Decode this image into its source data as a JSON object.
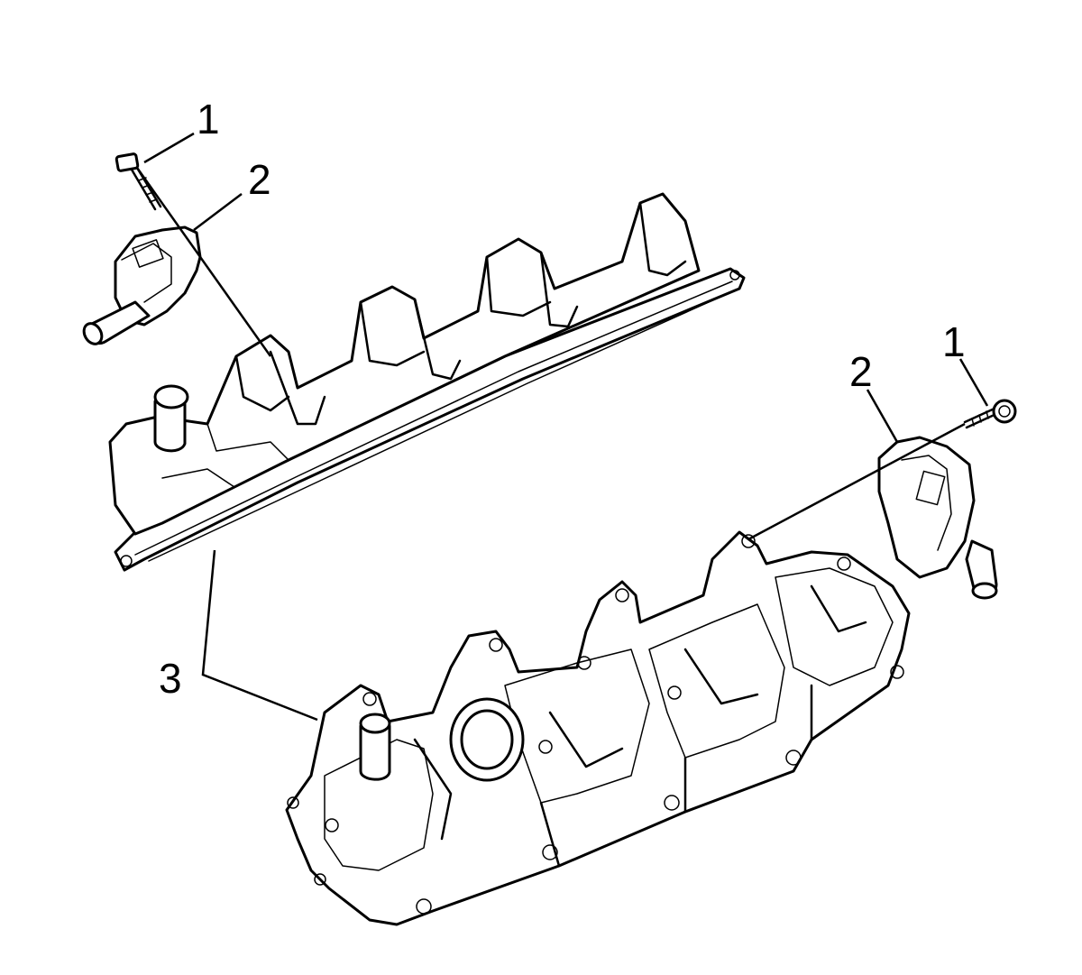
{
  "callouts": {
    "bolt_left": "1",
    "coil_left": "2",
    "bolt_right": "1",
    "coil_right": "2",
    "cover": "3"
  },
  "colors": {
    "line": "#000000",
    "background": "#ffffff"
  }
}
